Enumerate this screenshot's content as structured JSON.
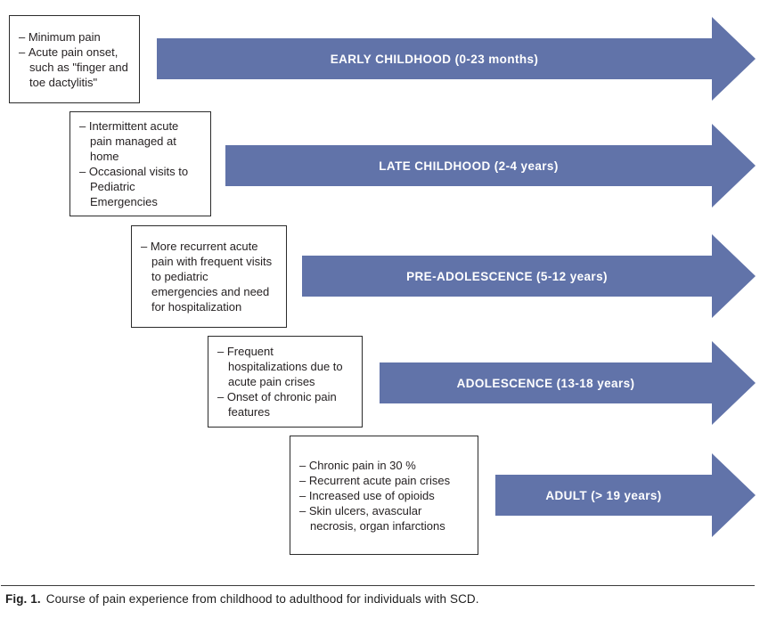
{
  "colors": {
    "arrow": "#6173a9",
    "arrow_text": "#ffffff",
    "box_border": "#2b2b2b",
    "text": "#262223"
  },
  "figure": {
    "caption_label": "Fig. 1.",
    "caption_text": "Course of pain experience from childhood to adulthood for individuals with SCD."
  },
  "stages": [
    {
      "label": "EARLY CHILDHOOD (0-23 months)",
      "notes": [
        "Minimum pain",
        "Acute pain onset, such as \"finger and toe dactylitis\""
      ]
    },
    {
      "label": "LATE CHILDHOOD (2-4 years)",
      "notes": [
        "Intermittent acute pain managed at home",
        "Occasional visits to Pediatric Emergencies"
      ]
    },
    {
      "label": "PRE-ADOLESCENCE (5-12 years)",
      "notes": [
        "More recurrent acute pain with frequent visits to pediatric emergencies and need for hospitalization"
      ]
    },
    {
      "label": "ADOLESCENCE (13-18 years)",
      "notes": [
        "Frequent hospitalizations due to acute pain crises",
        "Onset of chronic pain features"
      ]
    },
    {
      "label": "ADULT (> 19 years)",
      "notes": [
        "Chronic pain in 30 %",
        "Recurrent acute pain crises",
        "Increased use of opioids",
        "Skin ulcers, avascular necrosis, organ infarctions"
      ]
    }
  ]
}
